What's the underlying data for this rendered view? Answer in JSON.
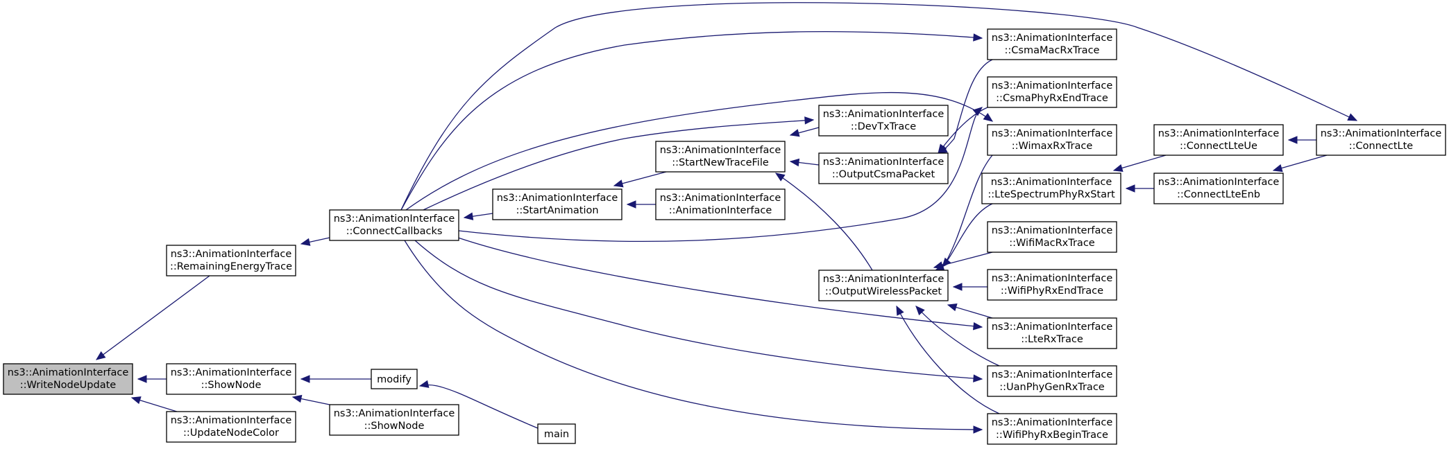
{
  "graph": {
    "colors": {
      "edge": "#191970",
      "node_border": "#000000",
      "node_fill": "#ffffff",
      "highlight_fill": "#bfbfbf"
    },
    "nodes": [
      {
        "id": "writenodeupdate",
        "lines": [
          "ns3::AnimationInterface",
          "::WriteNodeUpdate"
        ],
        "highlight": true
      },
      {
        "id": "remainingenergytrace",
        "lines": [
          "ns3::AnimationInterface",
          "::RemainingEnergyTrace"
        ]
      },
      {
        "id": "shownode1",
        "lines": [
          "ns3::AnimationInterface",
          "::ShowNode"
        ]
      },
      {
        "id": "updatenodecolor",
        "lines": [
          "ns3::AnimationInterface",
          "::UpdateNodeColor"
        ]
      },
      {
        "id": "connectcallbacks",
        "lines": [
          "ns3::AnimationInterface",
          "::ConnectCallbacks"
        ]
      },
      {
        "id": "modify",
        "lines": [
          "modify"
        ]
      },
      {
        "id": "shownode2",
        "lines": [
          "ns3::AnimationInterface",
          "::ShowNode"
        ]
      },
      {
        "id": "main",
        "lines": [
          "main"
        ]
      },
      {
        "id": "startanimation",
        "lines": [
          "ns3::AnimationInterface",
          "::StartAnimation"
        ]
      },
      {
        "id": "startnewtracefile",
        "lines": [
          "ns3::AnimationInterface",
          "::StartNewTraceFile"
        ]
      },
      {
        "id": "animationinterface",
        "lines": [
          "ns3::AnimationInterface",
          "::AnimationInterface"
        ]
      },
      {
        "id": "devtxtrace",
        "lines": [
          "ns3::AnimationInterface",
          "::DevTxTrace"
        ]
      },
      {
        "id": "outputcsmapacket",
        "lines": [
          "ns3::AnimationInterface",
          "::OutputCsmaPacket"
        ]
      },
      {
        "id": "outputwirelesspacket",
        "lines": [
          "ns3::AnimationInterface",
          "::OutputWirelessPacket"
        ]
      },
      {
        "id": "csmamacrxtrace",
        "lines": [
          "ns3::AnimationInterface",
          "::CsmaMacRxTrace"
        ]
      },
      {
        "id": "csmaphyrxendtrace",
        "lines": [
          "ns3::AnimationInterface",
          "::CsmaPhyRxEndTrace"
        ]
      },
      {
        "id": "wimaxrxtrace",
        "lines": [
          "ns3::AnimationInterface",
          "::WimaxRxTrace"
        ]
      },
      {
        "id": "ltespectrumphyrxstart",
        "lines": [
          "ns3::AnimationInterface",
          "::LteSpectrumPhyRxStart"
        ]
      },
      {
        "id": "wifimacrxtrace",
        "lines": [
          "ns3::AnimationInterface",
          "::WifiMacRxTrace"
        ]
      },
      {
        "id": "wifiphyrxendtrace",
        "lines": [
          "ns3::AnimationInterface",
          "::WifiPhyRxEndTrace"
        ]
      },
      {
        "id": "ltertrace",
        "lines": [
          "ns3::AnimationInterface",
          "::LteRxTrace"
        ]
      },
      {
        "id": "uanphygenrxtrace",
        "lines": [
          "ns3::AnimationInterface",
          "::UanPhyGenRxTrace"
        ]
      },
      {
        "id": "wifiphyrxbegintrace",
        "lines": [
          "ns3::AnimationInterface",
          "::WifiPhyRxBeginTrace"
        ]
      },
      {
        "id": "connectlteue",
        "lines": [
          "ns3::AnimationInterface",
          "::ConnectLteUe"
        ]
      },
      {
        "id": "connectlteenb",
        "lines": [
          "ns3::AnimationInterface",
          "::ConnectLteEnb"
        ]
      },
      {
        "id": "connectlte",
        "lines": [
          "ns3::AnimationInterface",
          "::ConnectLte"
        ]
      }
    ],
    "edges": [
      {
        "from": "remainingenergytrace",
        "to": "writenodeupdate"
      },
      {
        "from": "shownode1",
        "to": "writenodeupdate"
      },
      {
        "from": "updatenodecolor",
        "to": "writenodeupdate"
      },
      {
        "from": "connectcallbacks",
        "to": "remainingenergytrace"
      },
      {
        "from": "modify",
        "to": "shownode1"
      },
      {
        "from": "shownode2",
        "to": "shownode1"
      },
      {
        "from": "main",
        "to": "modify"
      },
      {
        "from": "startanimation",
        "to": "connectcallbacks"
      },
      {
        "from": "startnewtracefile",
        "to": "startanimation"
      },
      {
        "from": "animationinterface",
        "to": "startanimation"
      },
      {
        "from": "devtxtrace",
        "to": "startnewtracefile"
      },
      {
        "from": "outputcsmapacket",
        "to": "startnewtracefile"
      },
      {
        "from": "outputwirelesspacket",
        "to": "startnewtracefile"
      },
      {
        "from": "connectcallbacks",
        "to": "csmamacrxtrace"
      },
      {
        "from": "connectcallbacks",
        "to": "connectlte"
      },
      {
        "from": "connectcallbacks",
        "to": "wimaxrxtrace"
      },
      {
        "from": "connectcallbacks",
        "to": "devtxtrace"
      },
      {
        "from": "connectcallbacks",
        "to": "csmaphyrxendtrace"
      },
      {
        "from": "connectcallbacks",
        "to": "ltertrace"
      },
      {
        "from": "connectcallbacks",
        "to": "uanphygenrxtrace"
      },
      {
        "from": "connectcallbacks",
        "to": "wifiphyrxbegintrace"
      },
      {
        "from": "csmamacrxtrace",
        "to": "outputcsmapacket"
      },
      {
        "from": "csmaphyrxendtrace",
        "to": "outputcsmapacket"
      },
      {
        "from": "wimaxrxtrace",
        "to": "outputwirelesspacket"
      },
      {
        "from": "ltespectrumphyrxstart",
        "to": "outputwirelesspacket"
      },
      {
        "from": "wifimacrxtrace",
        "to": "outputwirelesspacket"
      },
      {
        "from": "wifiphyrxendtrace",
        "to": "outputwirelesspacket"
      },
      {
        "from": "ltertrace",
        "to": "outputwirelesspacket"
      },
      {
        "from": "uanphygenrxtrace",
        "to": "outputwirelesspacket"
      },
      {
        "from": "wifiphyrxbegintrace",
        "to": "outputwirelesspacket"
      },
      {
        "from": "connectlteue",
        "to": "ltespectrumphyrxstart"
      },
      {
        "from": "connectlteenb",
        "to": "ltespectrumphyrxstart"
      },
      {
        "from": "connectlte",
        "to": "connectlteue"
      },
      {
        "from": "connectlte",
        "to": "connectlteenb"
      }
    ]
  }
}
